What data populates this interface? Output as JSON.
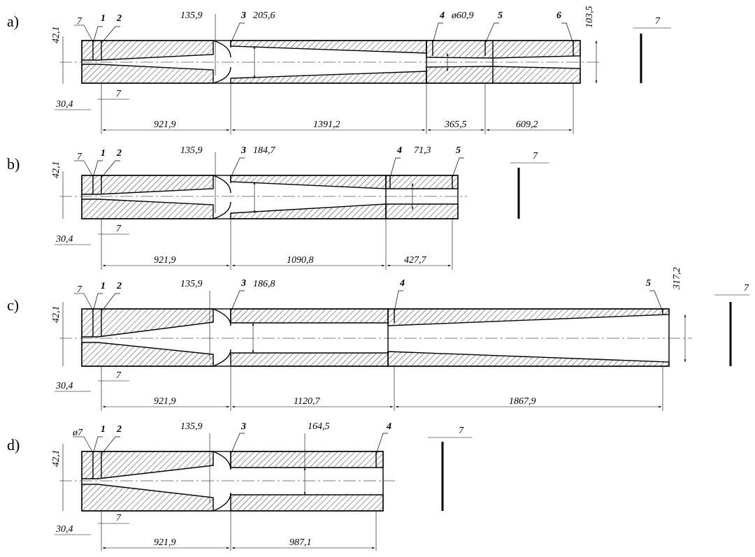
{
  "diagrams": [
    {
      "id": "a",
      "label": "a)",
      "numbers": [
        "1",
        "2",
        "3",
        "4",
        "5",
        "6"
      ],
      "dims": {
        "pin": "7",
        "height": "42,1",
        "taper": "135,9",
        "d3": "205,6",
        "d4": "ø60,9",
        "end": "103,5",
        "offset": "30,4",
        "gap": "7",
        "len": [
          "921,9",
          "1391,2",
          "365,5",
          "609,2"
        ],
        "rod": "7"
      }
    },
    {
      "id": "b",
      "label": "b)",
      "numbers": [
        "1",
        "2",
        "3",
        "4",
        "5"
      ],
      "dims": {
        "pin": "7",
        "height": "42,1",
        "taper": "135,9",
        "d3": "184,7",
        "d4": "71,3",
        "offset": "30,4",
        "gap": "7",
        "len": [
          "921,9",
          "1090,8",
          "427,7"
        ],
        "rod": "7"
      }
    },
    {
      "id": "c",
      "label": "c)",
      "numbers": [
        "1",
        "2",
        "3",
        "4",
        "5"
      ],
      "dims": {
        "pin": "7",
        "height": "42,1",
        "taper": "135,9",
        "d3": "186,8",
        "end": "317,2",
        "offset": "30,4",
        "gap": "7",
        "len": [
          "921,9",
          "1120,7",
          "1867,9"
        ],
        "rod": "7"
      }
    },
    {
      "id": "d",
      "label": "d)",
      "numbers": [
        "1",
        "2",
        "3",
        "4"
      ],
      "dims": {
        "pin": "ø7",
        "height": "42,1",
        "taper": "135,9",
        "d3": "164,5",
        "offset": "30,4",
        "gap": "7",
        "len": [
          "921,9",
          "987,1"
        ],
        "rod": "7"
      }
    }
  ]
}
